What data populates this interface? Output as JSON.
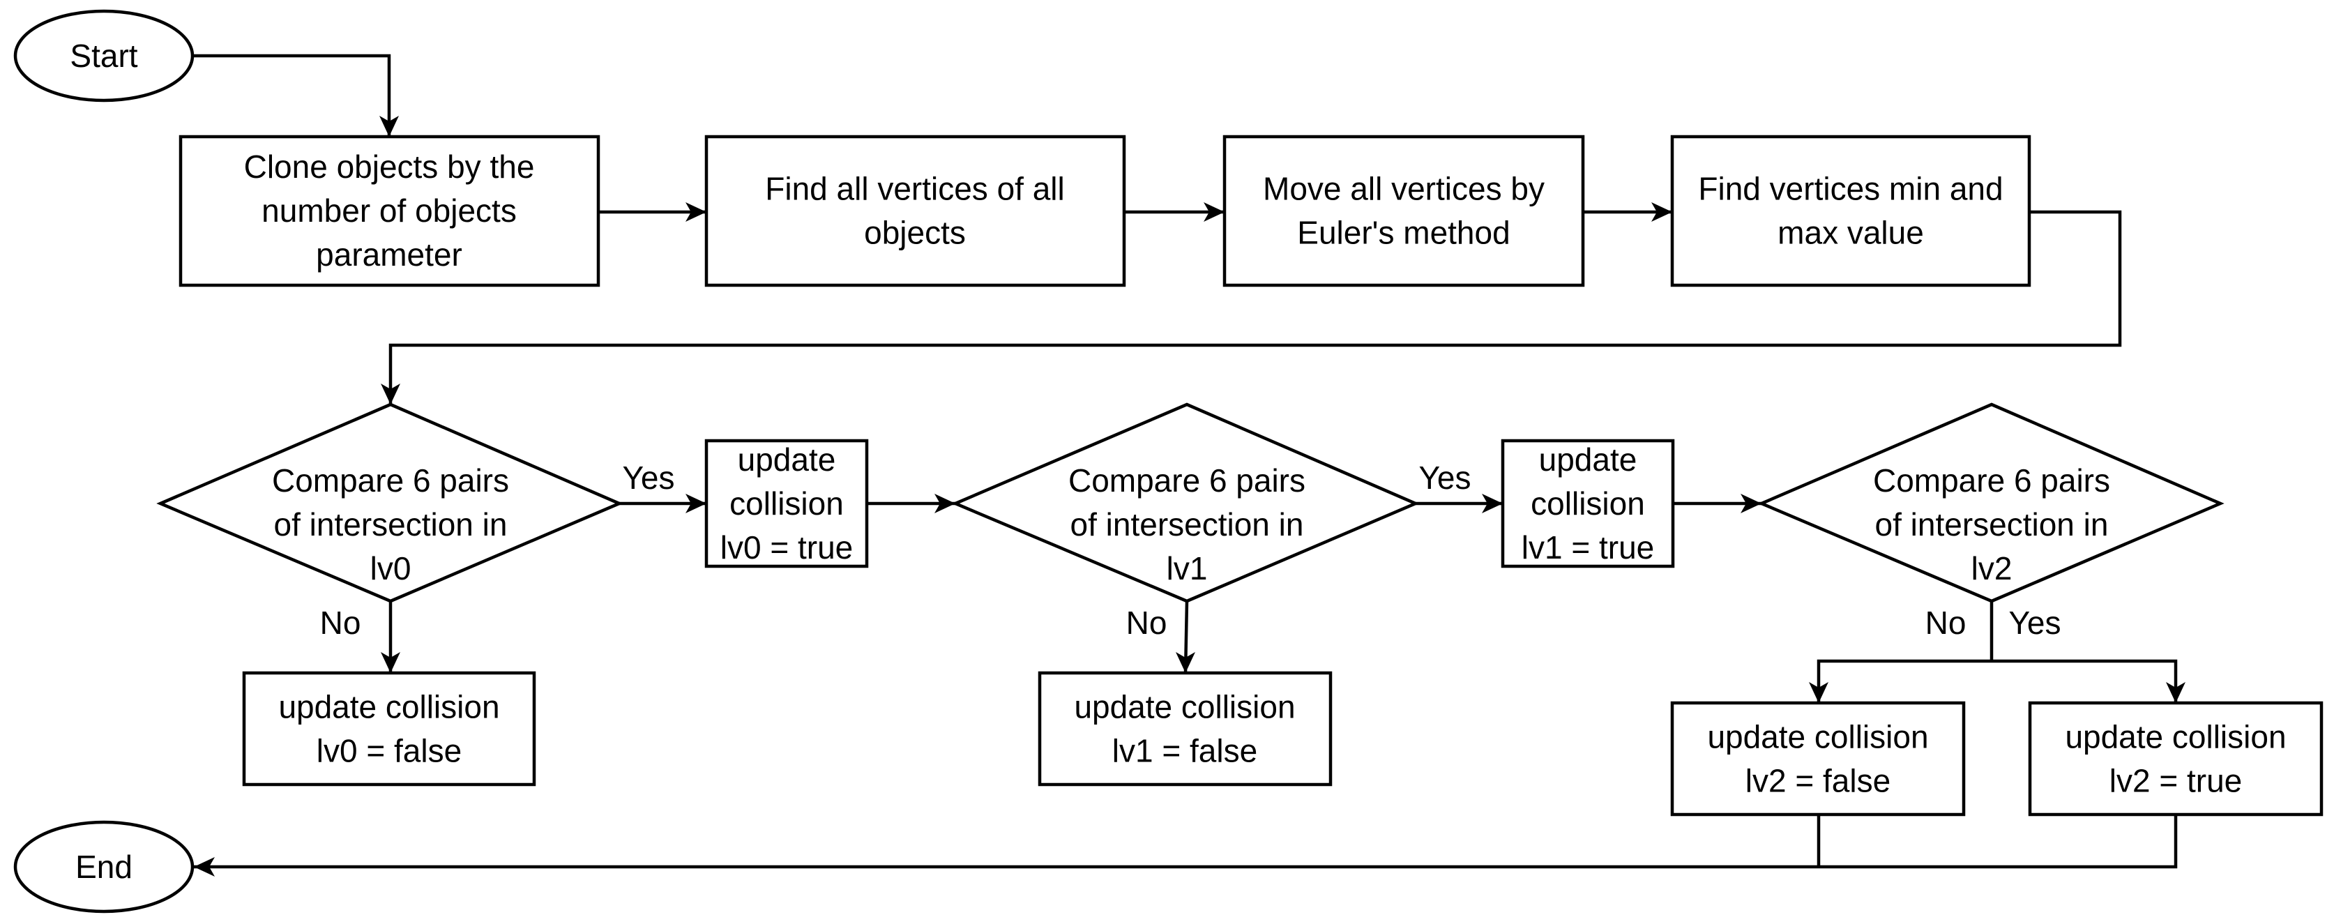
{
  "nodes": {
    "start": [
      "Start"
    ],
    "clone": [
      "Clone objects by the",
      "number of objects",
      "parameter"
    ],
    "find_vertices": [
      "Find all vertices of all",
      "objects"
    ],
    "move_vertices": [
      "Move all vertices by",
      "Euler's method"
    ],
    "find_minmax": [
      "Find vertices min and",
      "max value"
    ],
    "compare_lv0": [
      "Compare 6 pairs",
      "of intersection in",
      "lv0"
    ],
    "update_lv0_true": [
      "update",
      "collision",
      "lv0 = true"
    ],
    "compare_lv1": [
      "Compare 6 pairs",
      "of intersection in",
      "lv1"
    ],
    "update_lv1_true": [
      "update",
      "collision",
      "lv1 = true"
    ],
    "compare_lv2": [
      "Compare 6 pairs",
      "of intersection in",
      "lv2"
    ],
    "update_lv0_false": [
      "update collision",
      "lv0 = false"
    ],
    "update_lv1_false": [
      "update collision",
      "lv1 = false"
    ],
    "update_lv2_false": [
      "update collision",
      "lv2 = false"
    ],
    "update_lv2_true": [
      "update collision",
      "lv2 = true"
    ],
    "end": [
      "End"
    ]
  },
  "edge_labels": {
    "lv0_yes": "Yes",
    "lv0_no": "No",
    "lv1_yes": "Yes",
    "lv1_no": "No",
    "lv2_no": "No",
    "lv2_yes": "Yes"
  }
}
